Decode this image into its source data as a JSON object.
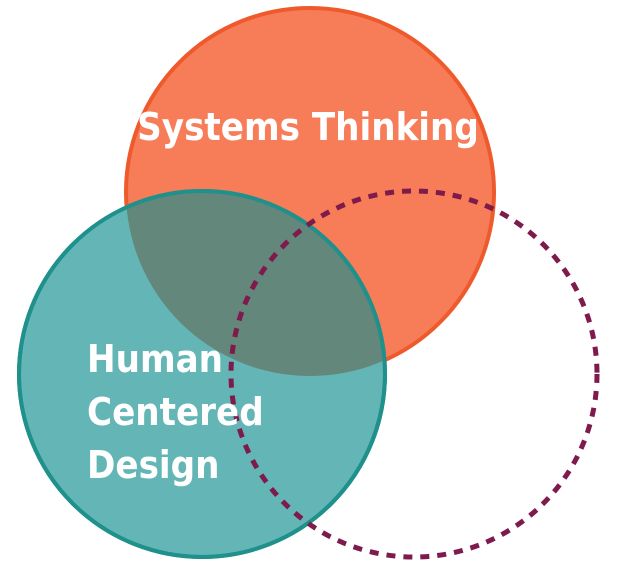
{
  "diagram": {
    "type": "venn",
    "circles": [
      {
        "id": "systems-thinking",
        "label": "Systems Thinking",
        "fill": "#F77C58",
        "stroke": "#EE5A2C",
        "style": "solid"
      },
      {
        "id": "human-centered-design",
        "label_lines": [
          "Human",
          "Centered",
          "Design"
        ],
        "fill": "#63B6B5",
        "stroke": "#1F908C",
        "style": "solid"
      },
      {
        "id": "unlabeled-third-circle",
        "label": "",
        "fill": "none",
        "stroke": "#7E1A4C",
        "style": "dashed"
      }
    ],
    "overlap_fill": "#63877B"
  }
}
